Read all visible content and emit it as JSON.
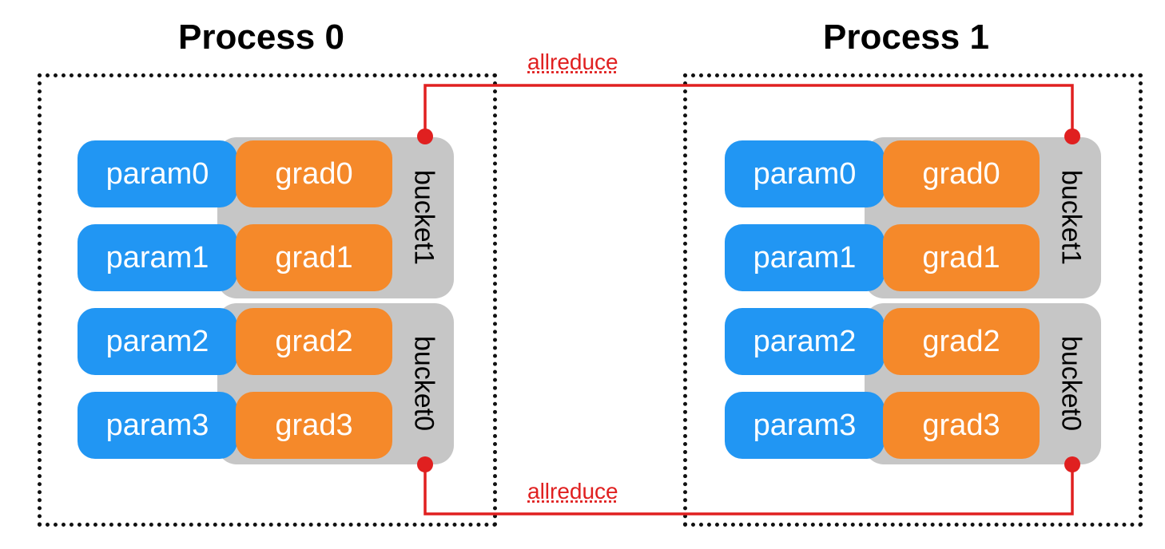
{
  "processes": [
    {
      "title": "Process 0",
      "params": [
        "param0",
        "param1",
        "param2",
        "param3"
      ],
      "grads": [
        "grad0",
        "grad1",
        "grad2",
        "grad3"
      ],
      "buckets": [
        "bucket1",
        "bucket0"
      ]
    },
    {
      "title": "Process 1",
      "params": [
        "param0",
        "param1",
        "param2",
        "param3"
      ],
      "grads": [
        "grad0",
        "grad1",
        "grad2",
        "grad3"
      ],
      "buckets": [
        "bucket1",
        "bucket0"
      ]
    }
  ],
  "connections": [
    {
      "label": "allreduce",
      "between": "bucket1"
    },
    {
      "label": "allreduce",
      "between": "bucket0"
    }
  ],
  "colors": {
    "param": "#2196f3",
    "grad": "#f5892a",
    "bucket": "#c6c6c6",
    "allreduce": "#e02020",
    "border": "#111111"
  }
}
